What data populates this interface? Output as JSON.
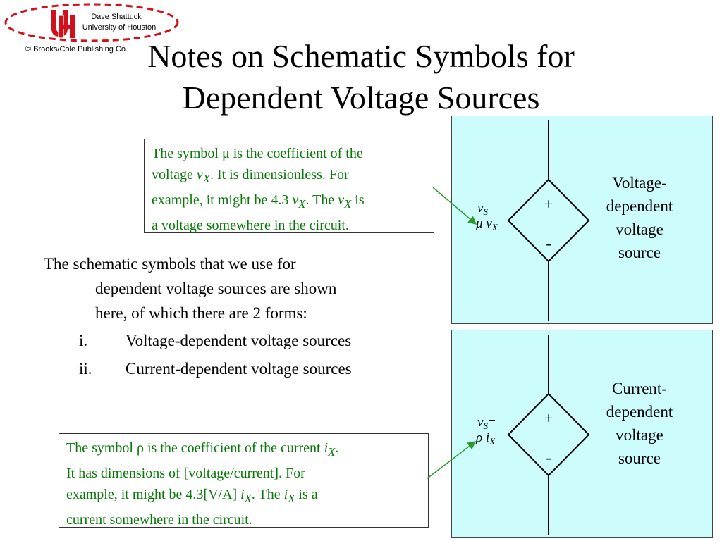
{
  "header": {
    "credit_name": "Dave Shattuck",
    "credit_university": "University of Houston",
    "credit_publisher": "© Brooks/Cole Publishing Co.",
    "logo_icon": "university-of-houston-logo"
  },
  "title": {
    "line1": "Notes on Schematic Symbols for",
    "line2": "Dependent Voltage Sources"
  },
  "note_mu": {
    "line1_pre": "The symbol μ is the coefficient of the",
    "line2_pre": "voltage ",
    "line2_var": "v",
    "line2_sub": "X",
    "line2_post": ".  It is dimensionless.  For",
    "line3_pre": "example, it might be 4.3 ",
    "line3_var": "v",
    "line3_sub": "X",
    "line3_mid": ".  The ",
    "line3_var2": "v",
    "line3_sub2": "X",
    "line3_post": " is",
    "line4": "a voltage somewhere in the circuit."
  },
  "note_rho": {
    "line1_pre": "The symbol ρ is the coefficient of the current ",
    "line1_var": "i",
    "line1_sub": "X",
    "line1_post": ".",
    "line2": "It has dimensions of [voltage/current].  For",
    "line3_pre": "example, it might be 4.3[V/A] ",
    "line3_var": "i",
    "line3_sub": "X",
    "line3_mid": ".  The ",
    "line3_var2": "i",
    "line3_sub2": "X",
    "line3_post": " is a",
    "line4": "current somewhere in the circuit."
  },
  "body": {
    "line1": "The schematic symbols that we use for",
    "line2": "dependent voltage sources are shown",
    "line3": "here, of which there are 2 forms:",
    "items": [
      {
        "num": "i.",
        "text": "Voltage-dependent voltage sources"
      },
      {
        "num": "ii.",
        "text": "Current-dependent voltage sources"
      }
    ]
  },
  "panel_voltage": {
    "label_lines": [
      "Voltage-",
      "dependent",
      "voltage",
      "source"
    ],
    "eq_lhs_var": "v",
    "eq_lhs_sub": "S",
    "eq_equals": "=",
    "eq_coef": "μ",
    "eq_var": "v",
    "eq_sub": "X",
    "plus": "+",
    "minus": "-"
  },
  "panel_current": {
    "label_lines": [
      "Current-",
      "dependent",
      "voltage",
      "source"
    ],
    "eq_lhs_var": "v",
    "eq_lhs_sub": "S",
    "eq_equals": "=",
    "eq_coef": "ρ",
    "eq_var": "i",
    "eq_sub": "X",
    "plus": "+",
    "minus": "-"
  },
  "colors": {
    "note_text": "#087808",
    "panel_bg": "#ccfcfc",
    "logo_red": "#d0101a",
    "pointer": "#2a9a2a"
  }
}
